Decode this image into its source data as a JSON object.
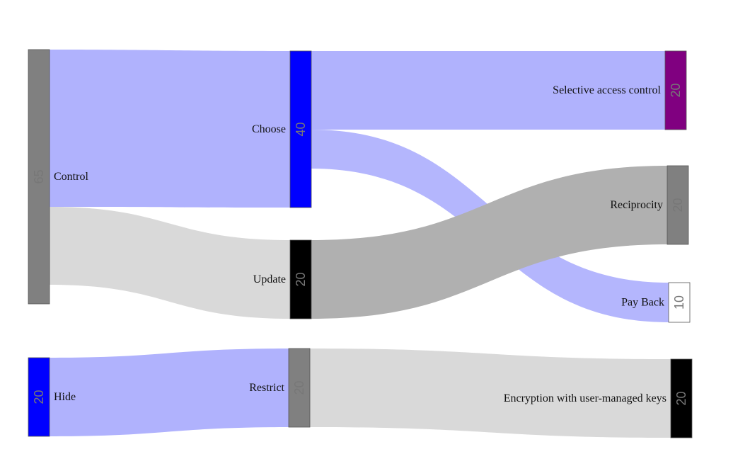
{
  "nodes": [
    {
      "id": "control",
      "label": "Control",
      "value": "65",
      "color": "#808080"
    },
    {
      "id": "hide",
      "label": "Hide",
      "value": "20",
      "color": "#0000ff"
    },
    {
      "id": "choose",
      "label": "Choose",
      "value": "40",
      "color": "#0000ff"
    },
    {
      "id": "update",
      "label": "Update",
      "value": "20",
      "color": "#000000"
    },
    {
      "id": "restrict",
      "label": "Restrict",
      "value": "20",
      "color": "#808080"
    },
    {
      "id": "selective",
      "label": "Selective access control",
      "value": "20",
      "color": "#800080"
    },
    {
      "id": "reciprocity",
      "label": "Reciprocity",
      "value": "20",
      "color": "#808080"
    },
    {
      "id": "payback",
      "label": "Pay Back",
      "value": "10",
      "color": "#ffffff"
    },
    {
      "id": "encryption",
      "label": "Encryption with user-managed keys",
      "value": "20",
      "color": "#000000"
    }
  ],
  "links": [
    {
      "source": "control",
      "target": "choose",
      "value": 40,
      "color": "#b0b2fd"
    },
    {
      "source": "control",
      "target": "update",
      "value": 20,
      "color": "#d9d9d9"
    },
    {
      "source": "choose",
      "target": "selective",
      "value": 20,
      "color": "#b0b2fd"
    },
    {
      "source": "choose",
      "target": "payback",
      "value": 10,
      "color": "#b0b2fd"
    },
    {
      "source": "update",
      "target": "reciprocity",
      "value": 20,
      "color": "#b0b0b0"
    },
    {
      "source": "hide",
      "target": "restrict",
      "value": 20,
      "color": "#b0b2fd"
    },
    {
      "source": "restrict",
      "target": "encryption",
      "value": 20,
      "color": "#d9d9d9"
    }
  ]
}
